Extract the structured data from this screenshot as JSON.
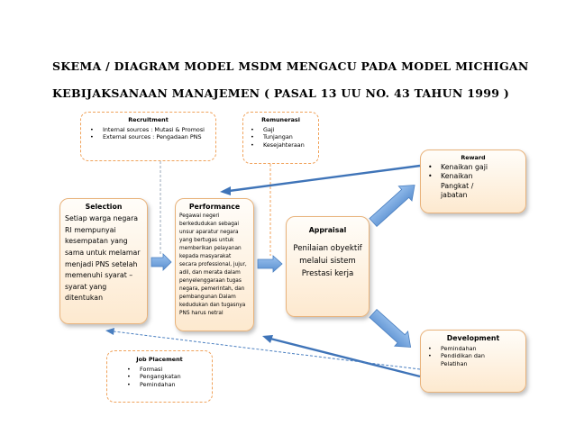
{
  "title_line1": "SKEMA / DIAGRAM MODEL MSDM MENGACU PADA MODEL MICHIGAN",
  "title_line2": "KEBIJAKSANAAN MANAJEMEN ( PASAL 13 UU NO. 43 TAHUN 1999 )",
  "recruitment": {
    "title": "Recruitment",
    "items": [
      "Internal  sources : Mutasi & Promosi",
      "External sources : Pengadaan PNS"
    ]
  },
  "remunerasi": {
    "title": "Remunerasi",
    "items": [
      "Gaji",
      "Tunjangan",
      "Kesejahteraan"
    ]
  },
  "reward": {
    "title": "Reward",
    "items": [
      "Kenaikan gaji",
      "Kenaikan Pangkat / jabatan"
    ]
  },
  "selection": {
    "title": "Selection",
    "text": "Setiap warga negara RI mempunyai kesempatan yang sama untuk melamar menjadi PNS setelah memenuhi syarat – syarat yang ditentukan"
  },
  "performance": {
    "title": "Performance",
    "text": "Pegawai negeri berkedudukan sebagai unsur aparatur negara yang bertugas untuk memberikan pelayanan kepada masyarakat secara professional, jujur, adil, dan merata dalam penyelenggaraan tugas negara, pemerintah, dan pembangunan Dalam kedudukan dan tugasnya PNS harus netral"
  },
  "appraisal": {
    "title": "Appraisal",
    "text": "Penilaian obyektif melalui sistem Prestasi kerja"
  },
  "development": {
    "title": "Development",
    "items": [
      "Pemindahan",
      "Pendidikan dan Pelatihan"
    ]
  },
  "job_placement": {
    "title": "Job Placement",
    "items": [
      "Formasi",
      "Pengangkatan",
      "Pemindahan"
    ]
  },
  "colors": {
    "dashed_border": "#f0a25a",
    "box_fill": "#fde9cf",
    "arrow_blue": "#4a7fc0"
  }
}
